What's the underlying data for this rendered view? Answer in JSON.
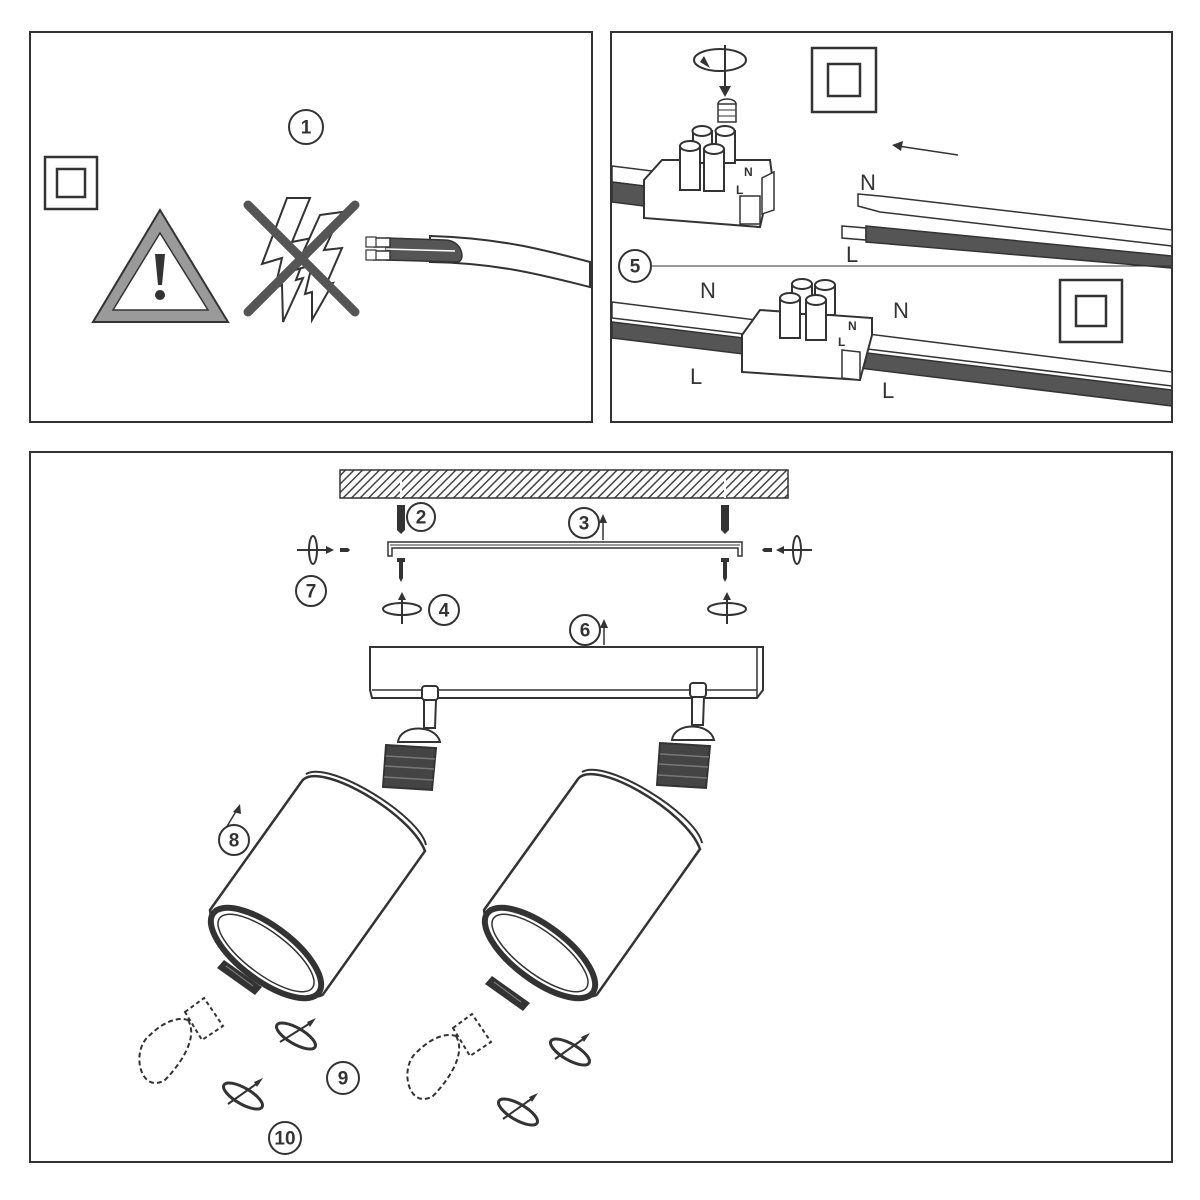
{
  "steps": {
    "s1": "1",
    "s2": "2",
    "s3": "3",
    "s4": "4",
    "s5": "5",
    "s6": "6",
    "s7": "7",
    "s8": "8",
    "s9": "9",
    "s10": "10"
  },
  "wires": {
    "neutral": "N",
    "live": "L"
  },
  "icons": {
    "double_insulation": "class-ii-double-insulation-icon",
    "warning": "warning-triangle-exclamation-icon",
    "no_power": "crossed-out-lightning-icon"
  },
  "colors": {
    "line": "#333333",
    "warning_fill": "#9a9a9a",
    "wire_dark": "#555555",
    "ceiling_hatch": "#555555"
  }
}
